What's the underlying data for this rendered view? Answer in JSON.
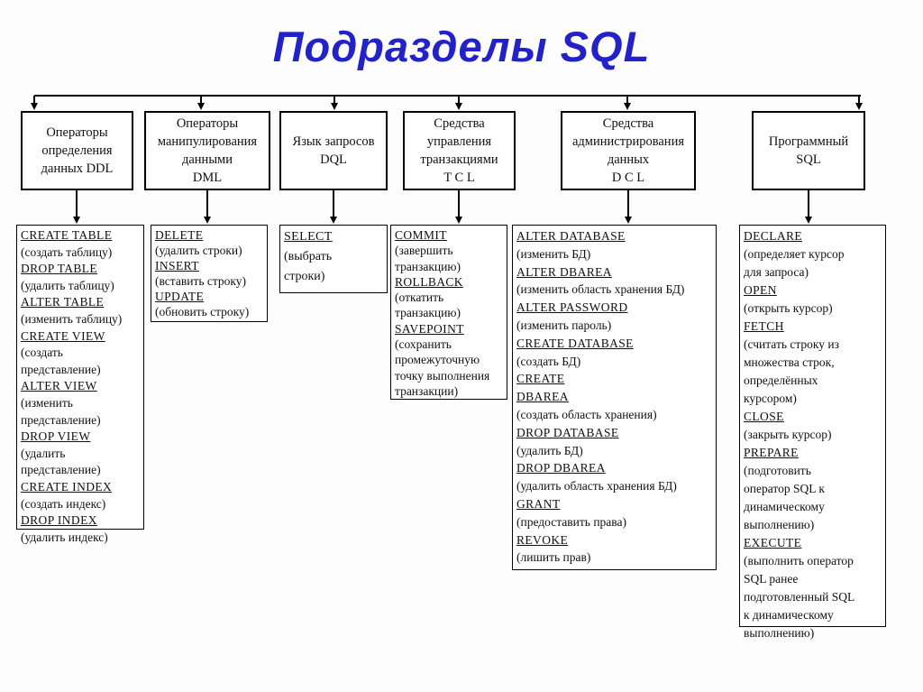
{
  "title": "Подразделы SQL",
  "colors": {
    "title_accent": "#2222c8",
    "line": "#000000",
    "box_border": "#000000",
    "background": "#fdfdfd"
  },
  "columns": [
    {
      "id": "ddl",
      "header": "Операторы\nопределения\nданных DDL",
      "commands": [
        {
          "cmd": "CREATE TABLE",
          "desc": "(создать таблицу)"
        },
        {
          "cmd": "DROP TABLE",
          "desc": "(удалить таблицу)"
        },
        {
          "cmd": "ALTER TABLE",
          "desc": "(изменить таблицу)"
        },
        {
          "cmd": "CREATE VIEW",
          "desc": "(создать\nпредставление)"
        },
        {
          "cmd": "ALTER VIEW",
          "desc": "(изменить\nпредставление)"
        },
        {
          "cmd": "DROP VIEW",
          "desc": "(удалить\nпредставление)"
        },
        {
          "cmd": "CREATE INDEX",
          "desc": "(создать индекс)"
        },
        {
          "cmd": "DROP INDEX",
          "desc": "(удалить индекс)"
        }
      ]
    },
    {
      "id": "dml",
      "header": "Операторы\nманипулирования\nданными\nDML",
      "commands": [
        {
          "cmd": "DELETE",
          "desc": "(удалить строки)"
        },
        {
          "cmd": "INSERT",
          "desc": "(вставить строку)"
        },
        {
          "cmd": "UPDATE",
          "desc": "(обновить строку)"
        }
      ]
    },
    {
      "id": "dql",
      "header": "Язык запросов\nDQL",
      "commands": [
        {
          "cmd": "SELECT",
          "desc": "(выбрать\nстроки)"
        }
      ]
    },
    {
      "id": "tcl",
      "header": "Средства\nуправления\nтранзакциями\nT C L",
      "commands": [
        {
          "cmd": "COMMIT",
          "desc": "(завершить\nтранзакцию)"
        },
        {
          "cmd": "ROLLBACK",
          "desc": "(откатить\nтранзакцию)"
        },
        {
          "cmd": "SAVEPOINT",
          "desc": "(сохранить\nпромежуточную\nточку выполнения\nтранзакции)"
        }
      ]
    },
    {
      "id": "dcl",
      "header": "Средства\nадминистрирования\nданных\nD C L",
      "commands": [
        {
          "cmd": "ALTER DATABASE",
          "desc": "(изменить БД)"
        },
        {
          "cmd": "ALTER DBAREA",
          "desc": "(изменить область хранения БД)"
        },
        {
          "cmd": "ALTER PASSWORD",
          "desc": "(изменить пароль)"
        },
        {
          "cmd": "CREATE DATABASE",
          "desc": "(создать БД)"
        },
        {
          "cmd": "CREATE\nDBAREA",
          "desc": "(создать область хранения)"
        },
        {
          "cmd": "DROP DATABASE",
          "desc": "(удалить БД)"
        },
        {
          "cmd": "DROP DBAREA",
          "desc": "(удалить область хранения БД)"
        },
        {
          "cmd": "GRANT",
          "desc": "(предоставить права)"
        },
        {
          "cmd": "REVOKE",
          "desc": "(лишить прав)"
        }
      ]
    },
    {
      "id": "prog",
      "header": "Программный\nSQL",
      "commands": [
        {
          "cmd": "DECLARE",
          "desc": "(определяет курсор\nдля запроса)"
        },
        {
          "cmd": "OPEN",
          "desc": "(открыть курсор)"
        },
        {
          "cmd": "FETCH",
          "desc": "(считать строку из\nмножества строк,\nопределённых\nкурсором)"
        },
        {
          "cmd": "CLOSE",
          "desc": "(закрыть курсор)"
        },
        {
          "cmd": "PREPARE",
          "desc": "(подготовить\nоператор SQL к\nдинамическому\nвыполнению)"
        },
        {
          "cmd": "EXECUTE",
          "desc": "(выполнить оператор\nSQL ранее\nподготовленный SQL\nк динамическому\nвыполнению)"
        }
      ]
    }
  ]
}
